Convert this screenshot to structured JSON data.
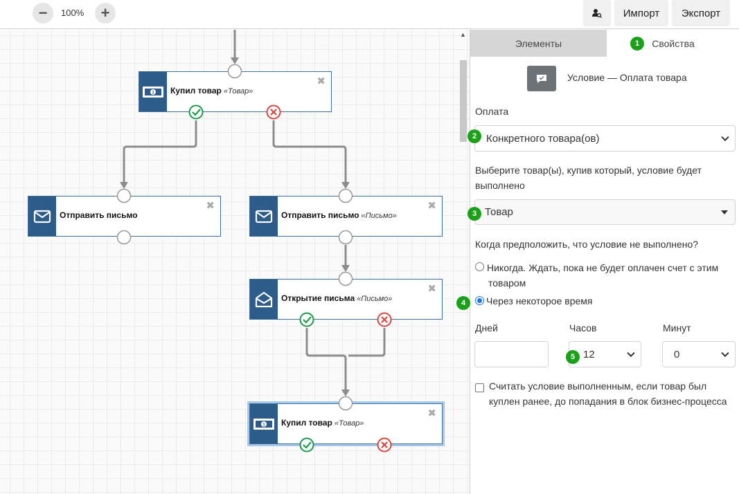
{
  "toolbar": {
    "zoom_out_symbol": "−",
    "zoom_level": "100%",
    "zoom_in_symbol": "+",
    "import_label": "Импорт",
    "export_label": "Экспорт",
    "user_search_icon": "user-search-icon"
  },
  "canvas": {
    "nodes": [
      {
        "label": "Купил товар",
        "sub": "«Товар»",
        "icon": "money-icon"
      },
      {
        "label": "Отправить письмо",
        "sub": "",
        "icon": "envelope-icon"
      },
      {
        "label": "Отправить письмо",
        "sub": "«Письмо»",
        "icon": "envelope-icon"
      },
      {
        "label": "Открытие письма",
        "sub": "«Письмо»",
        "icon": "envelope-open-icon"
      },
      {
        "label": "Купил товар",
        "sub": "«Товар»",
        "icon": "money-icon"
      }
    ],
    "close_symbol": "✖"
  },
  "panel": {
    "tabs": {
      "elements": "Элементы",
      "properties": "Свойства"
    },
    "header_title": "Условие — Оплата товара",
    "payment_label": "Оплата",
    "payment_select": "Конкретного товара(ов)",
    "product_prompt_line1": "Выберите товар(ы), купив который, условие будет",
    "product_prompt_line2": "выполнено",
    "product_select": "Товар",
    "when_label": "Когда предположить, что условие не выполнено?",
    "radio_never_line1": "Никогда. Ждать, пока не будет оплачен счет с этим",
    "radio_never_line2": "товаром",
    "radio_after": "Через некоторое время",
    "days_label": "Дней",
    "hours_label": "Часов",
    "minutes_label": "Минут",
    "days_value": "",
    "hours_value": "12",
    "minutes_value": "0",
    "checkbox_line1": "Считать условие выполненным, если товар был",
    "checkbox_line2": "куплен ранее, до попадания в блок бизнес-процесса",
    "badges": [
      "1",
      "2",
      "3",
      "4",
      "5"
    ]
  },
  "colors": {
    "accent": "#2d5b8a",
    "badge": "#1aa118",
    "yes": "#1a9a4b",
    "no": "#d9453b"
  }
}
